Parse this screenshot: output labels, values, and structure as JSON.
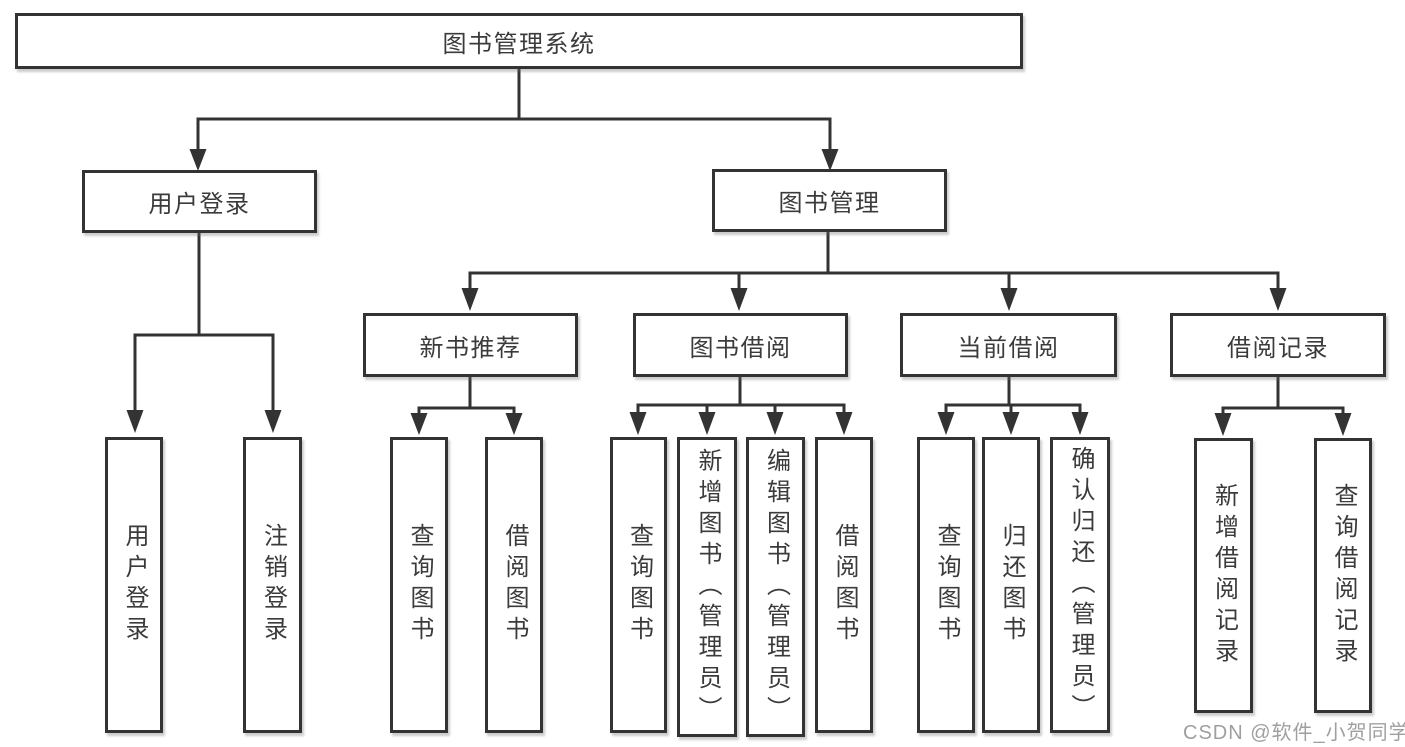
{
  "diagram": {
    "root": {
      "label": "图书管理系统"
    },
    "branches": [
      {
        "label": "用户登录",
        "children": [
          {
            "label": "用户登录"
          },
          {
            "label": "注销登录"
          }
        ]
      },
      {
        "label": "图书管理",
        "children": [
          {
            "label": "新书推荐",
            "children": [
              {
                "label": "查询图书"
              },
              {
                "label": "借阅图书"
              }
            ]
          },
          {
            "label": "图书借阅",
            "children": [
              {
                "label": "查询图书"
              },
              {
                "label": "新增图书（管理员）"
              },
              {
                "label": "编辑图书（管理员）"
              },
              {
                "label": "借阅图书"
              }
            ]
          },
          {
            "label": "当前借阅",
            "children": [
              {
                "label": "查询图书"
              },
              {
                "label": "归还图书"
              },
              {
                "label": "确认归还（管理员）"
              }
            ]
          },
          {
            "label": "借阅记录",
            "children": [
              {
                "label": "新增借阅记录"
              },
              {
                "label": "查询借阅记录"
              }
            ]
          }
        ]
      }
    ]
  },
  "watermark": {
    "text": "CSDN @软件_小贺同学"
  },
  "colors": {
    "background": "#ffffff",
    "line": "#333333",
    "box_border": "#333333",
    "text": "#3b3b3b",
    "watermark": "#8f8f8f"
  }
}
